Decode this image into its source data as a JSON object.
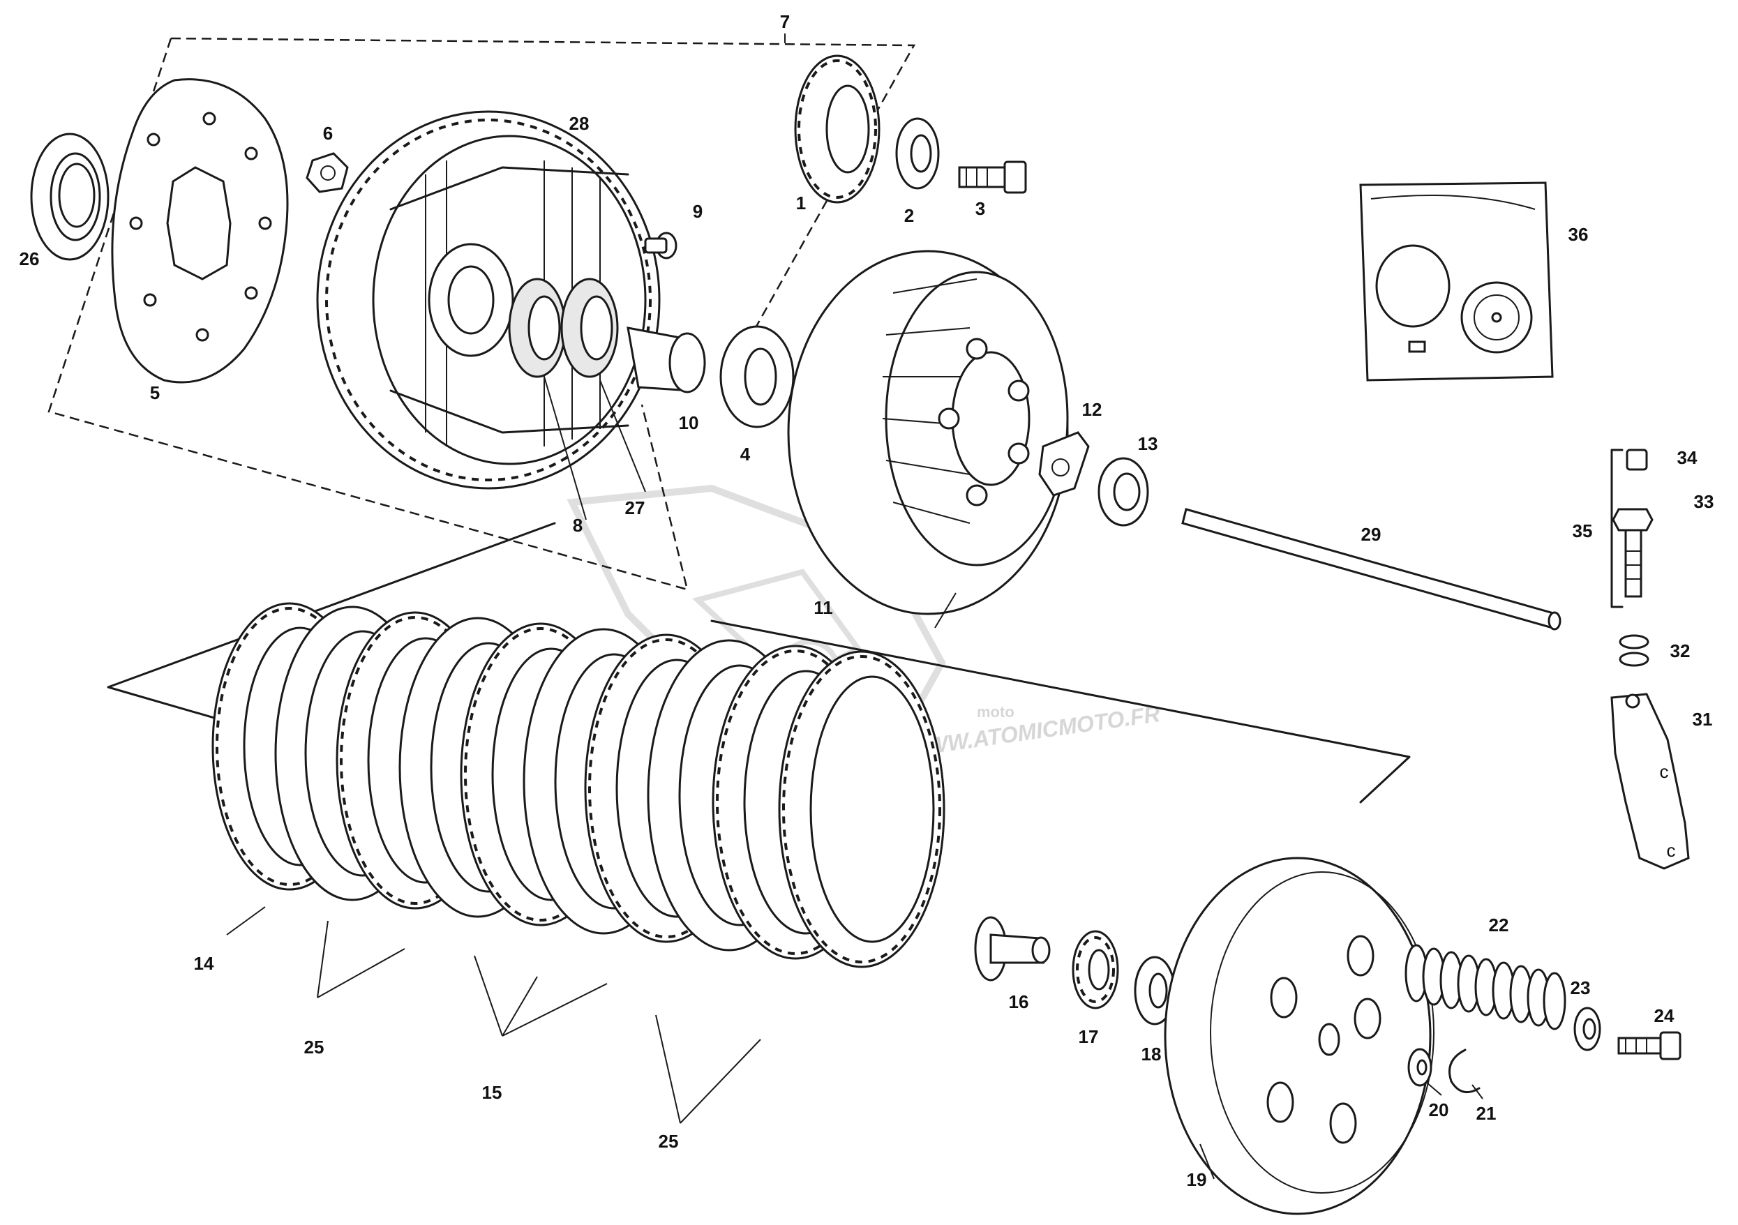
{
  "watermark": {
    "brand": "moto",
    "url": "WWW.ATOMICMOTO.FR"
  },
  "labels": {
    "p1": "1",
    "p2": "2",
    "p3": "3",
    "p4": "4",
    "p5": "5",
    "p6": "6",
    "p7": "7",
    "p8": "8",
    "p9": "9",
    "p10": "10",
    "p11": "11",
    "p12": "12",
    "p13": "13",
    "p14": "14",
    "p15": "15",
    "p16": "16",
    "p17": "17",
    "p18": "18",
    "p19": "19",
    "p20": "20",
    "p21": "21",
    "p22": "22",
    "p23": "23",
    "p24": "24",
    "p25a": "25",
    "p25b": "25",
    "p26": "26",
    "p27": "27",
    "p28": "28",
    "p29": "29",
    "p31": "31",
    "p32": "32",
    "p33": "33",
    "p34": "34",
    "p35": "35",
    "p36": "36"
  }
}
